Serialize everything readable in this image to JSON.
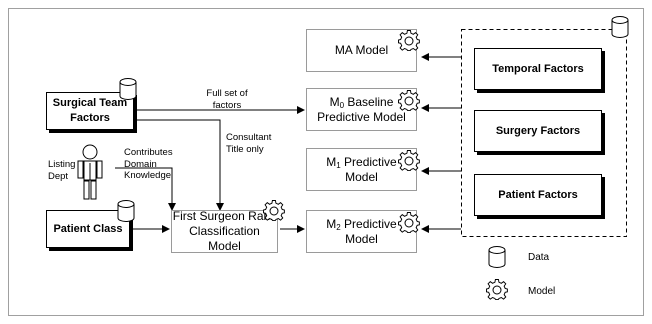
{
  "nodes": {
    "ma_model": {
      "text": "MA Model"
    },
    "m0_model": {
      "pre": "M",
      "sub": "0",
      "rest": " Baseline",
      "line2": "Predictive Model"
    },
    "m1_model": {
      "pre": "M",
      "sub": "1",
      "rest": " Predictive",
      "line2": "Model"
    },
    "m2_model": {
      "pre": "M",
      "sub": "2",
      "rest": " Predictive",
      "line2": "Model"
    },
    "surgical_team": {
      "line1": "Surgical Team",
      "line2": "Factors"
    },
    "patient_class": {
      "text": "Patient Class"
    },
    "first_surgeon": {
      "line1": "First Surgeon Rank",
      "line2": "Classification Model"
    },
    "temporal": {
      "text": "Temporal Factors"
    },
    "surgery": {
      "text": "Surgery Factors"
    },
    "patient_factors": {
      "text": "Patient Factors"
    }
  },
  "edge_labels": {
    "full_set": "Full set of\nfactors",
    "consultant": "Consultant\nTitle only",
    "contributes": "Contributes\nDomain\nKnowledge",
    "listing_dept": "Listing\nDept"
  },
  "legend": {
    "data": "Data",
    "model": "Model"
  },
  "icons": {
    "database": "database-cylinder-icon",
    "gear": "gear-icon",
    "person": "person-icon"
  }
}
